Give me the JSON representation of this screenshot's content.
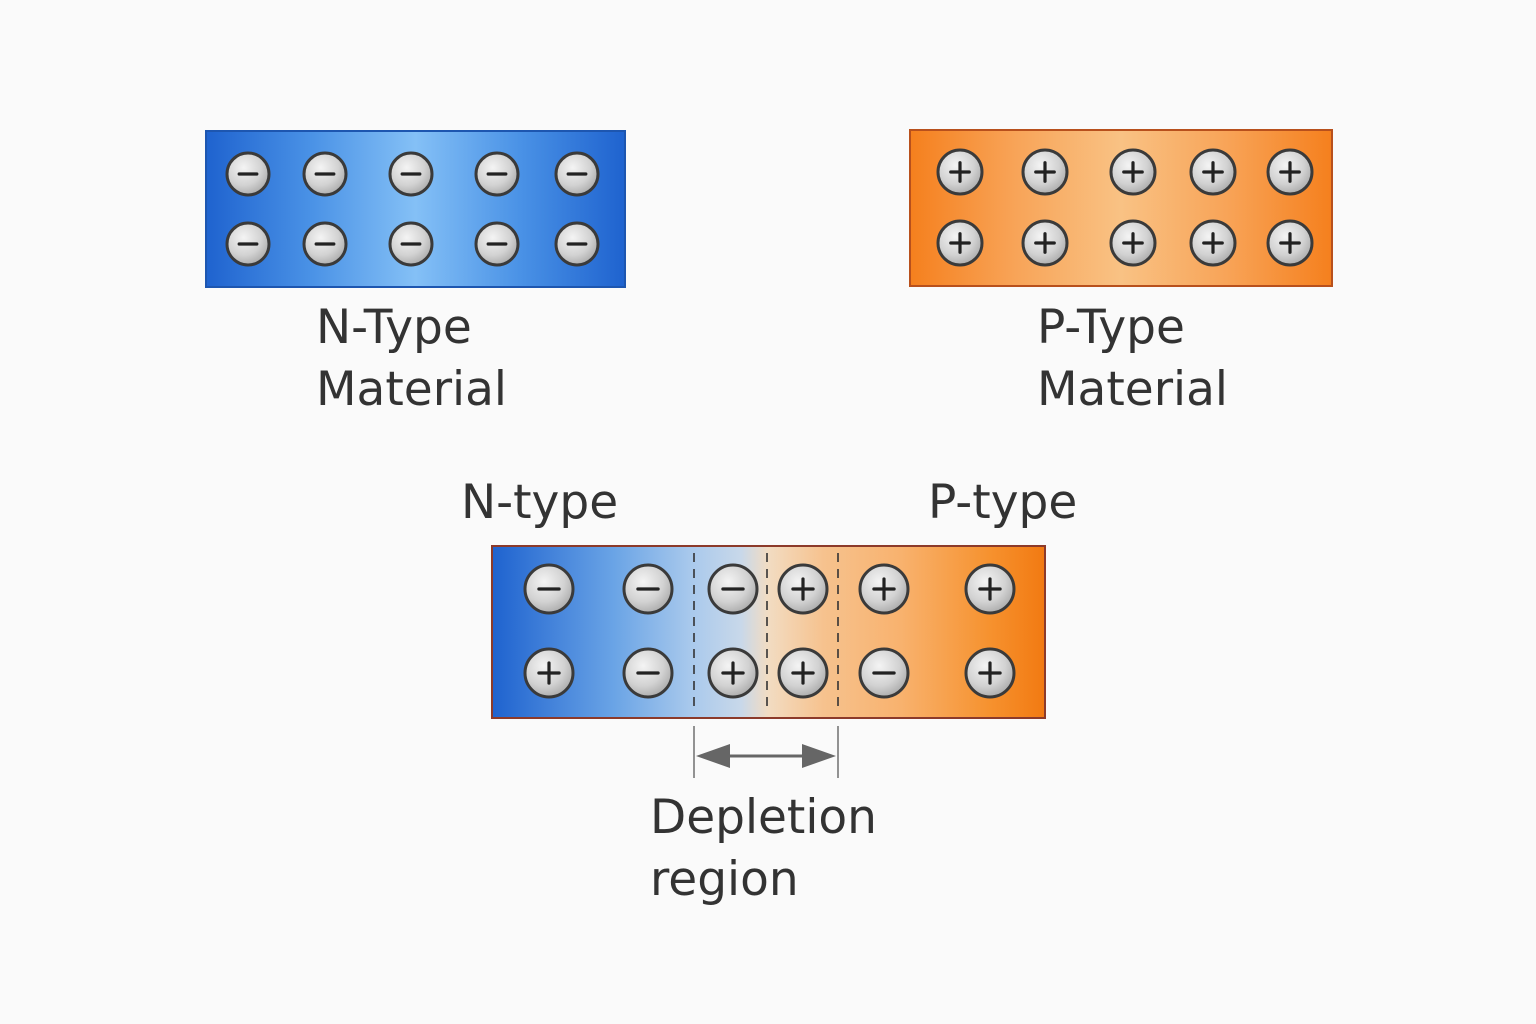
{
  "diagram": {
    "n_material": {
      "caption_line1": "N-Type",
      "caption_line2": "Material",
      "color": "#1f63cf",
      "charges": [
        [
          "minus",
          "minus",
          "minus",
          "minus",
          "minus"
        ],
        [
          "minus",
          "minus",
          "minus",
          "minus",
          "minus"
        ]
      ]
    },
    "p_material": {
      "caption_line1": "P-Type",
      "caption_line2": "Material",
      "color": "#f5801e",
      "charges": [
        [
          "plus",
          "plus",
          "plus",
          "plus",
          "plus"
        ],
        [
          "plus",
          "plus",
          "plus",
          "plus",
          "plus"
        ]
      ]
    },
    "junction": {
      "n_label": "N-type",
      "p_label": "P-type",
      "charges": [
        [
          "minus",
          "minus",
          "minus",
          "plus",
          "plus",
          "plus"
        ],
        [
          "plus",
          "minus",
          "plus",
          "plus",
          "minus",
          "plus"
        ]
      ],
      "depletion_caption_line1": "Depletion",
      "depletion_caption_line2": "region"
    },
    "charge_icon": {
      "fill": "#cfcfcf",
      "stroke": "#3a3a3a"
    },
    "arrow_color": "#666666",
    "text_color": "#333333"
  }
}
